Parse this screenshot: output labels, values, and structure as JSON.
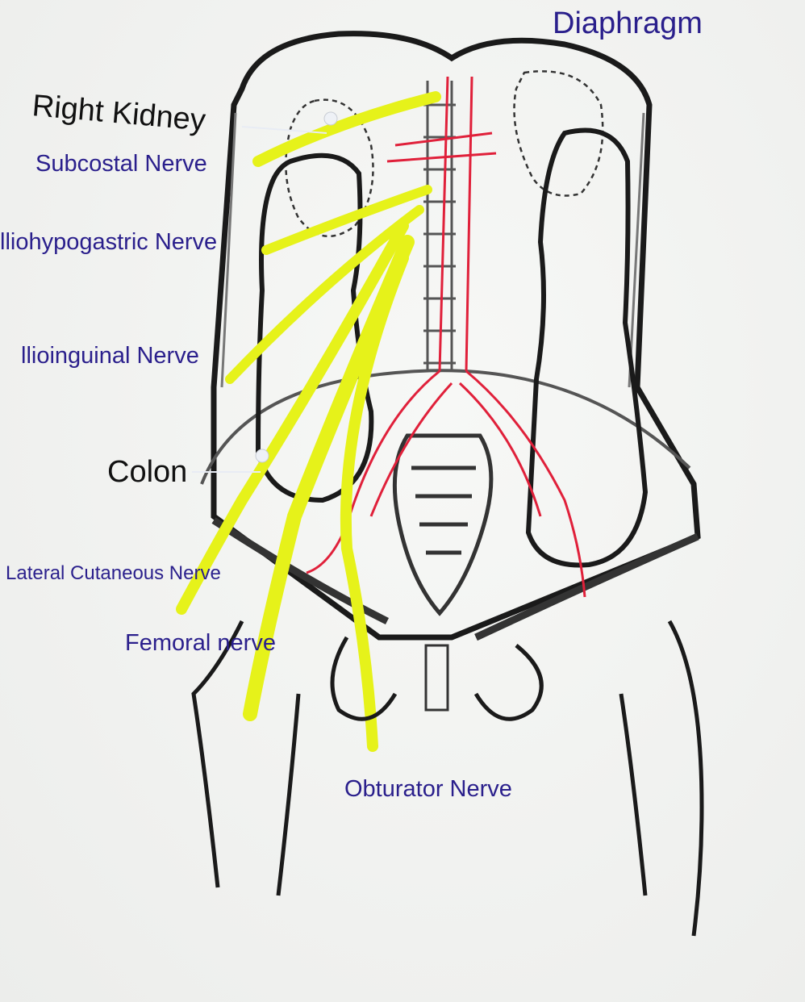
{
  "labels": {
    "diaphragm": "Diaphragm",
    "right_kidney": "Right Kidney",
    "subcostal": "Subcostal Nerve",
    "iliohypogastric": "lliohypogastric Nerve",
    "ilioinguinal": "llioinguinal Nerve",
    "colon": "Colon",
    "lateral_cutaneous": "Lateral Cutaneous Nerve",
    "femoral": "Femoral nerve",
    "obturator": "Obturator Nerve"
  },
  "colors": {
    "outline": "#1a1a1a",
    "nerve": "#e6f21a",
    "artery": "#e0203a",
    "label_blue": "#2a1f8c"
  }
}
